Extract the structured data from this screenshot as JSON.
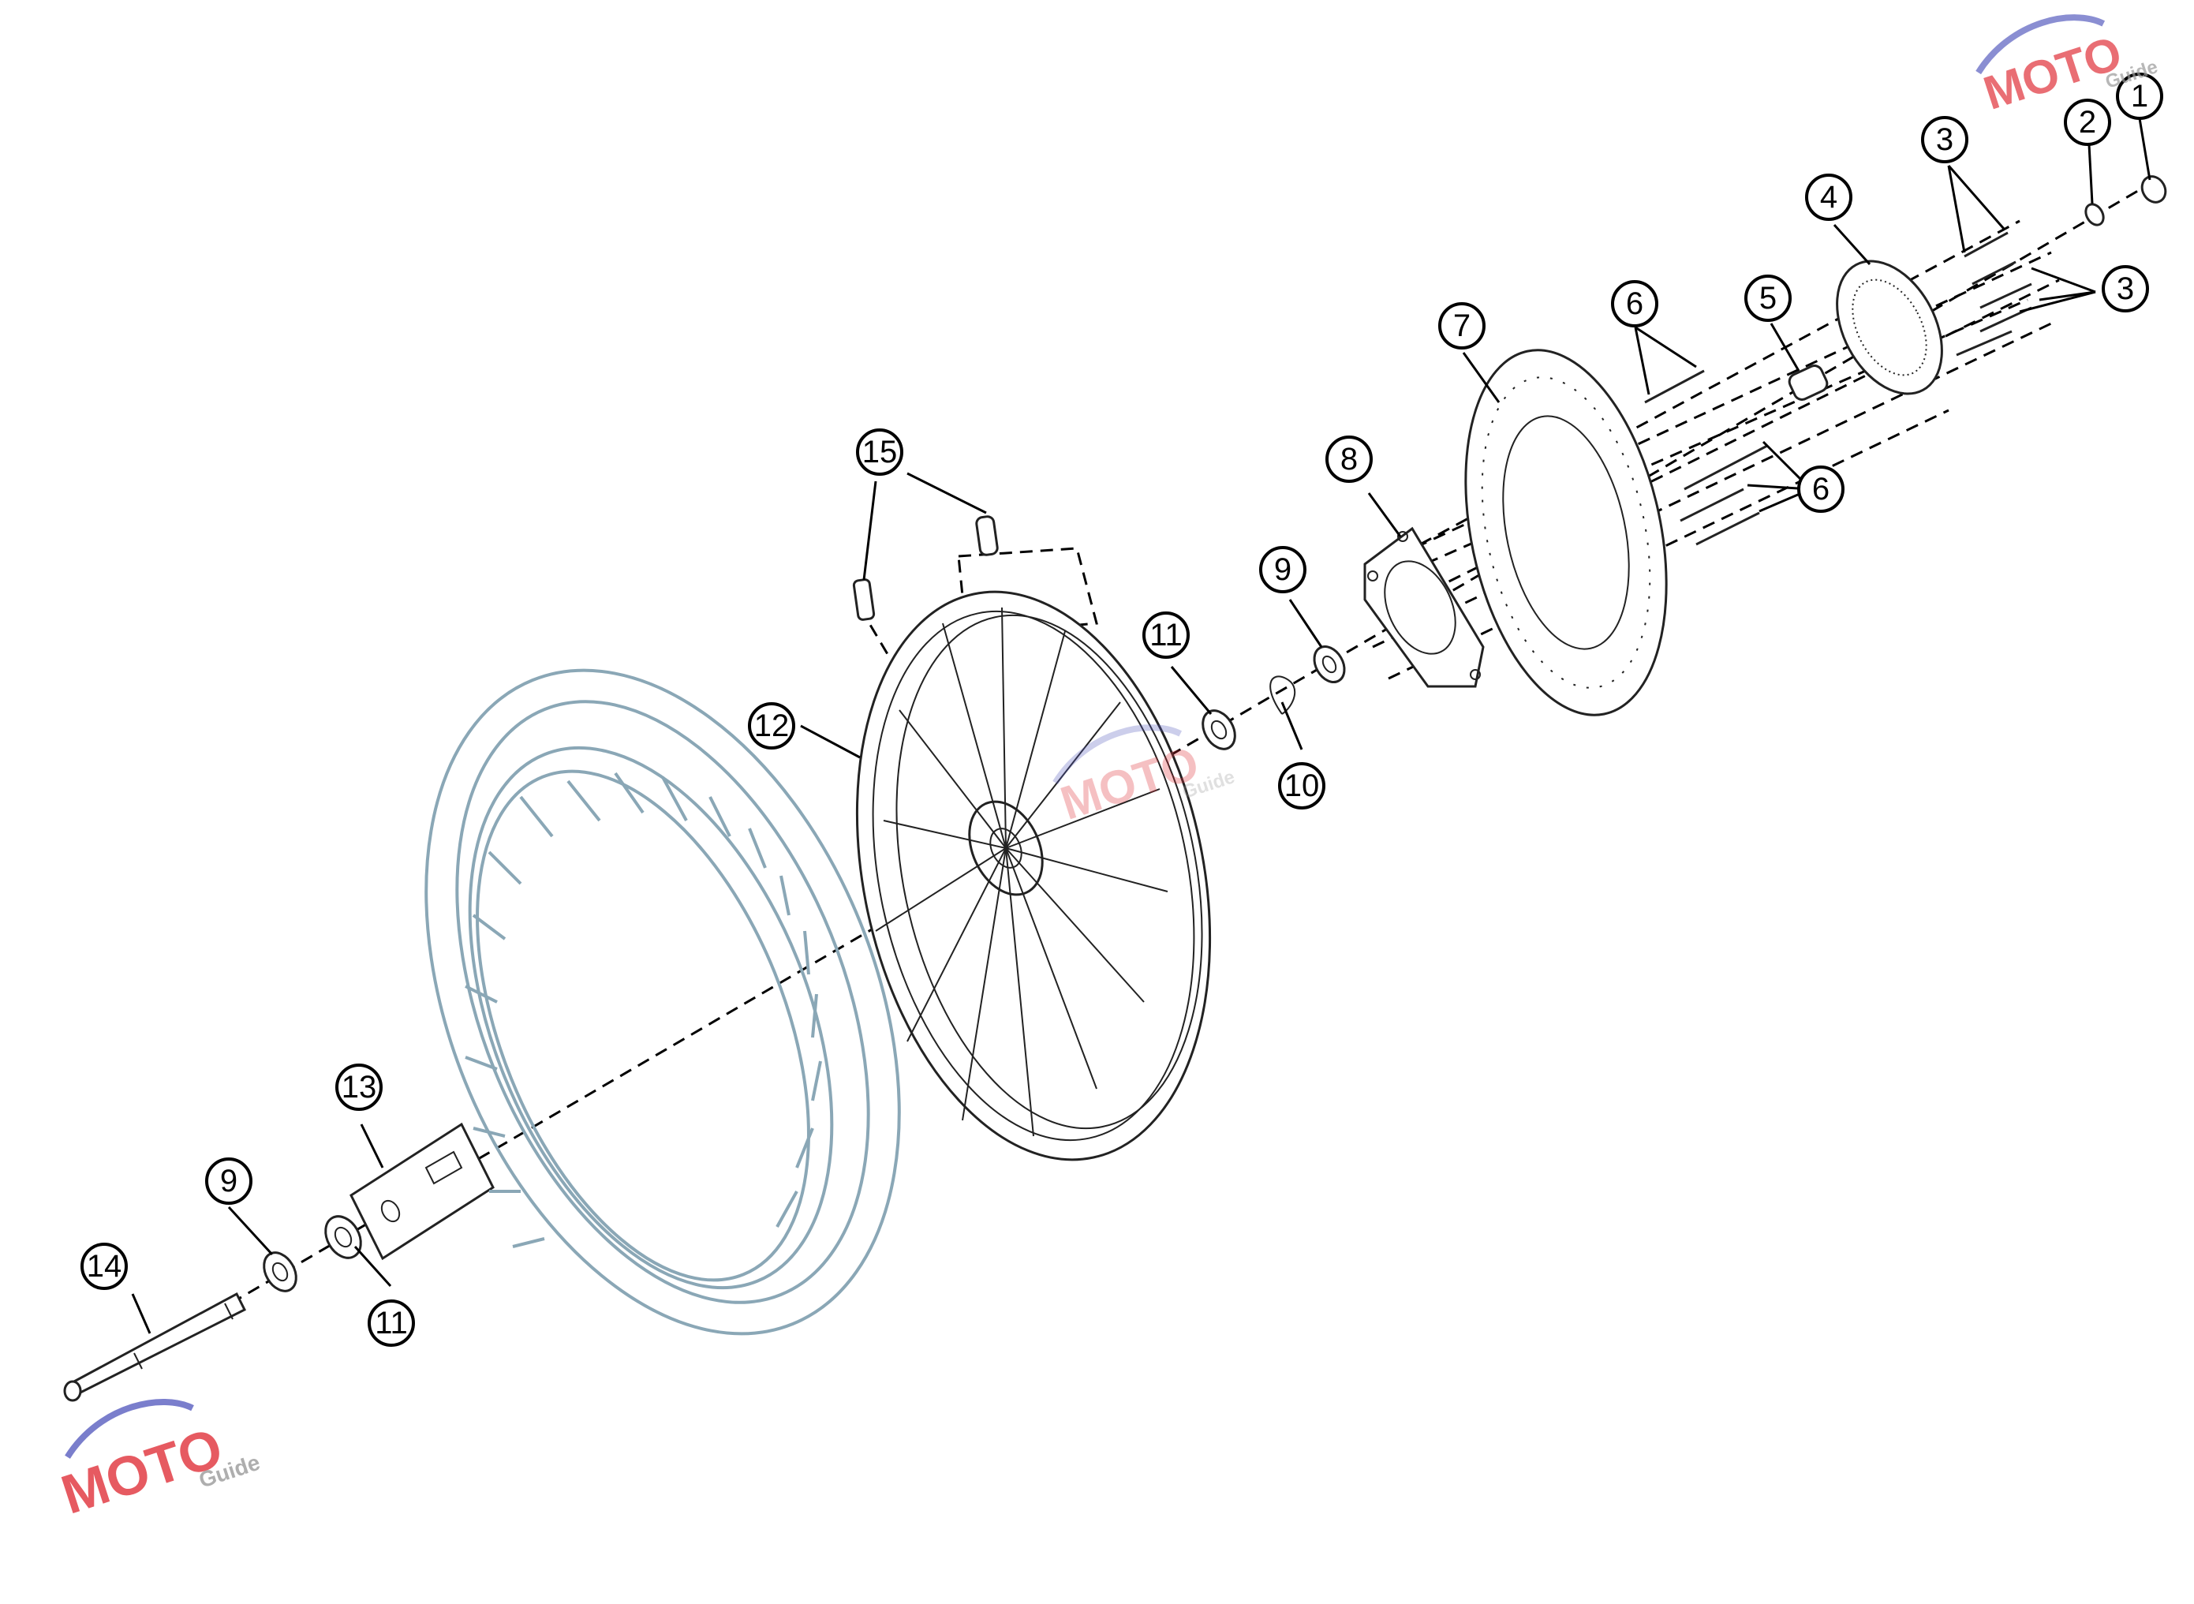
{
  "callouts": [
    {
      "id": "c1",
      "label": "1"
    },
    {
      "id": "c2",
      "label": "2"
    },
    {
      "id": "c3a",
      "label": "3"
    },
    {
      "id": "c3b",
      "label": "3"
    },
    {
      "id": "c4",
      "label": "4"
    },
    {
      "id": "c5",
      "label": "5"
    },
    {
      "id": "c6a",
      "label": "6"
    },
    {
      "id": "c6b",
      "label": "6"
    },
    {
      "id": "c7",
      "label": "7"
    },
    {
      "id": "c8",
      "label": "8"
    },
    {
      "id": "c9a",
      "label": "9"
    },
    {
      "id": "c9b",
      "label": "9"
    },
    {
      "id": "c10",
      "label": "10"
    },
    {
      "id": "c11a",
      "label": "11"
    },
    {
      "id": "c11b",
      "label": "11"
    },
    {
      "id": "c12",
      "label": "12"
    },
    {
      "id": "c13",
      "label": "13"
    },
    {
      "id": "c14",
      "label": "14"
    },
    {
      "id": "c15",
      "label": "15"
    }
  ],
  "watermark": {
    "brand": "MOTO",
    "tagline": "Guide",
    "colors": {
      "red": "#e0313a",
      "blue": "#5a5fc0",
      "gray": "#9a9a9a"
    }
  }
}
